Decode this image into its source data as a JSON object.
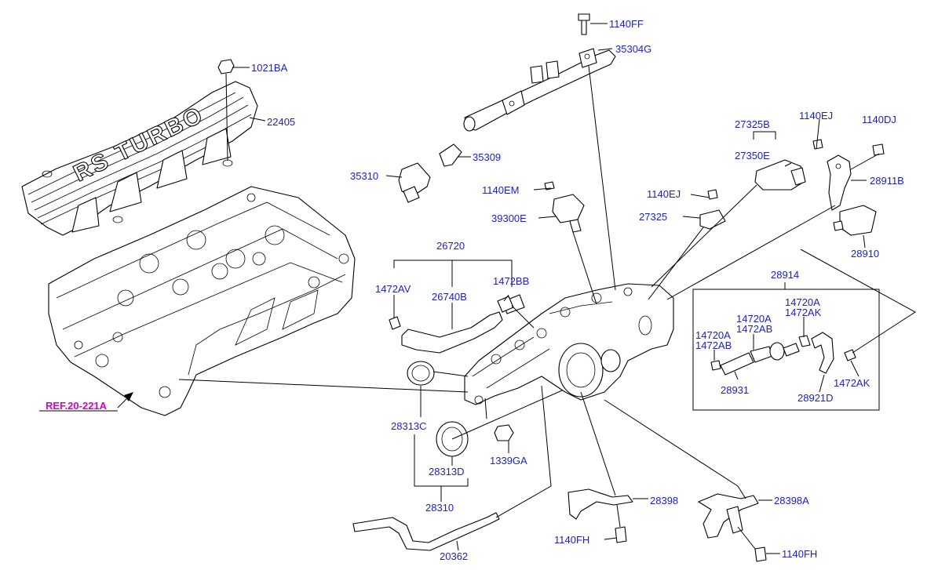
{
  "diagram": {
    "cover_text": "RS TURBO",
    "reference": "REF.20-221A",
    "labels": {
      "p1140FF": "1140FF",
      "p35304G": "35304G",
      "p1021BA": "1021BA",
      "p22405": "22405",
      "p35309": "35309",
      "p35310": "35310",
      "p27325B": "27325B",
      "p1140EJ_top": "1140EJ",
      "p1140DJ": "1140DJ",
      "p27350E": "27350E",
      "p28911B": "28911B",
      "p1140EM": "1140EM",
      "p1140EJ_mid": "1140EJ",
      "p39300E": "39300E",
      "p27325": "27325",
      "p28910": "28910",
      "p26720": "26720",
      "p1472AV": "1472AV",
      "p1472BB": "1472BB",
      "p26740B": "26740B",
      "p28914": "28914",
      "p14720A_1": "14720A",
      "p1472AK_1": "1472AK",
      "p14720A_2": "14720A",
      "p1472AB_2": "1472AB",
      "p14720A_3": "14720A",
      "p1472AB_3": "1472AB",
      "p28931": "28931",
      "p28921D": "28921D",
      "p1472AK_2": "1472AK",
      "p28313C": "28313C",
      "p1339GA": "1339GA",
      "p28313D": "28313D",
      "p28310": "28310",
      "p28398": "28398",
      "p28398A": "28398A",
      "p1140FH_1": "1140FH",
      "p20362": "20362",
      "p1140FH_2": "1140FH"
    }
  }
}
